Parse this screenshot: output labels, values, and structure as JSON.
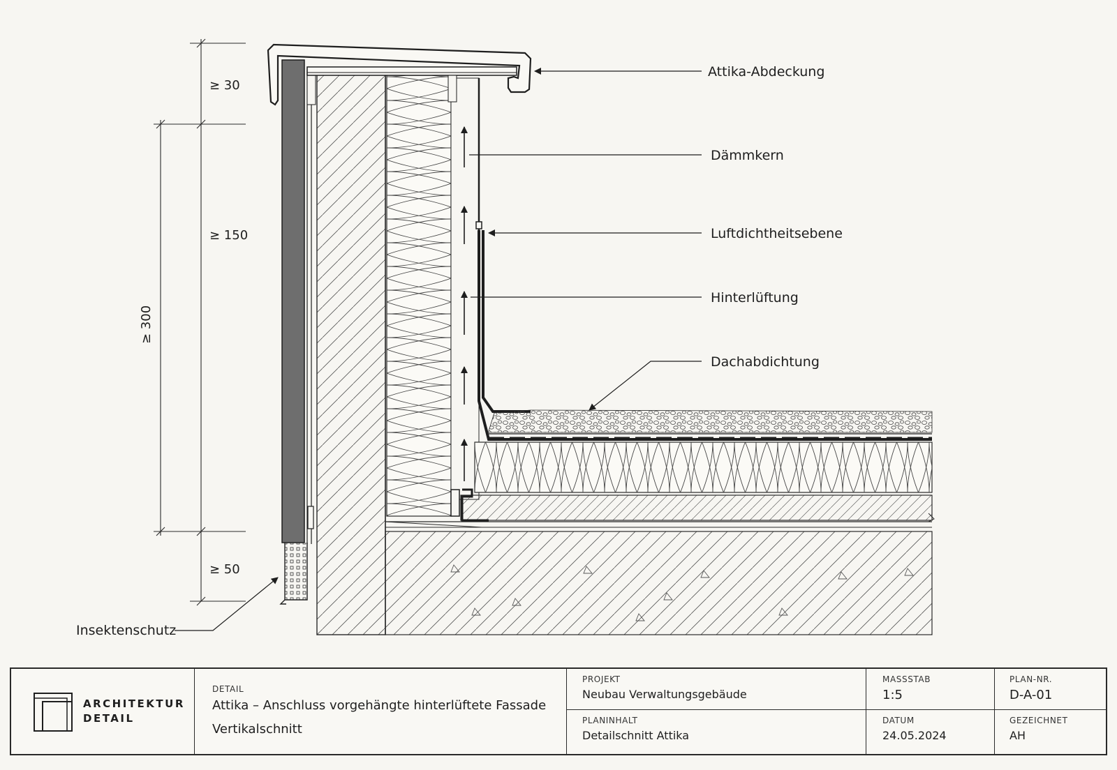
{
  "labels": {
    "attika_abdeckung": "Attika-Abdeckung",
    "daemmkern": "Dämmkern",
    "luftdichtheitsebene": "Luftdichtheitsebene",
    "hinterlueftung": "Hinterlüftung",
    "dachabdichtung": "Dachabdichtung",
    "insektenschutz": "Insektenschutz"
  },
  "dimensions": {
    "d30": "≥ 30",
    "d150": "≥ 150",
    "d300": "≥ 300",
    "d50": "≥ 50"
  },
  "title_block": {
    "brand_line1": "ARCHITEKTUR",
    "brand_line2": "DETAIL",
    "detail_label": "DETAIL",
    "detail_title": "Attika – Anschluss vorgehängte hinterlüftete Fassade",
    "detail_subtitle": "Vertikalschnitt",
    "projekt_label": "PROJEKT",
    "projekt_value": "Neubau Verwaltungsgebäude",
    "planinhalt_label": "PLANINHALT",
    "planinhalt_value": "Detailschnitt Attika",
    "massstab_label": "MASSSTAB",
    "massstab_value": "1:5",
    "datum_label": "DATUM",
    "datum_value": "24.05.2024",
    "plan_nr_label": "PLAN-NR.",
    "plan_nr_value": "D-A-01",
    "gezeichnet_label": "GEZEICHNET",
    "gezeichnet_value": "AH"
  },
  "colors": {
    "line": "#1e1e1e",
    "cladding": "#6e6e6e",
    "background": "#f7f6f2"
  }
}
